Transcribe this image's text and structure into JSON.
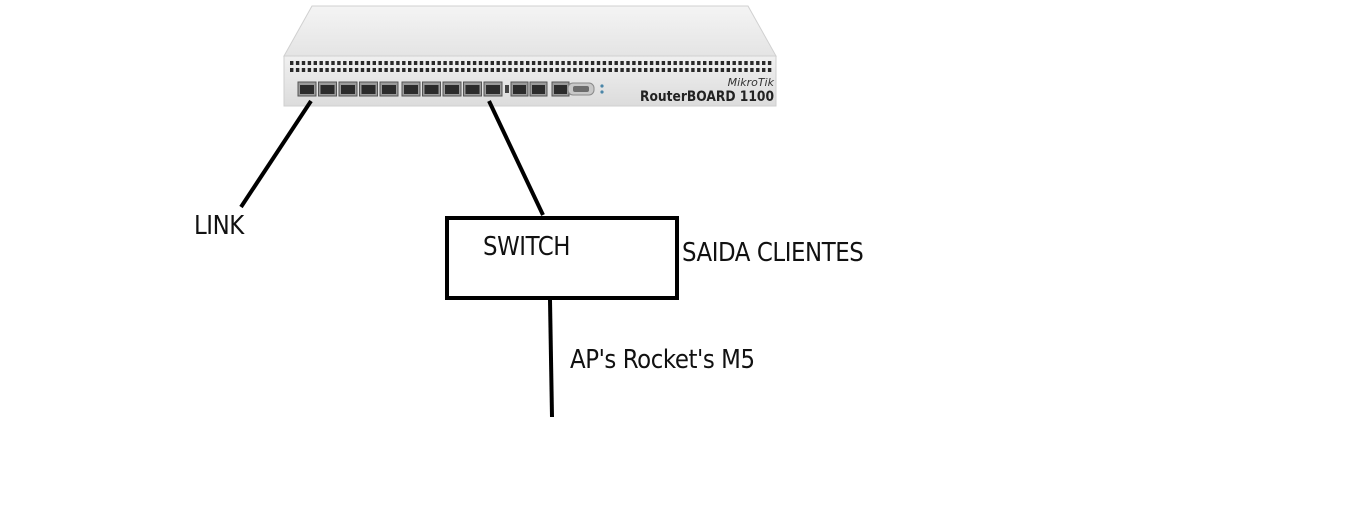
{
  "diagram": {
    "router": {
      "brand": "MikroTik",
      "model": "RouterBOARD 1100",
      "ethernet_group_1_ports": 5,
      "ethernet_group_2_ports": 5,
      "extra_ports": 3,
      "has_console_port": true
    },
    "nodes": {
      "link_label": "LINK",
      "switch_label": "SWITCH",
      "clients_output_label": "SAIDA CLIENTES",
      "ap_label": "AP's Rocket's M5"
    },
    "connections": [
      {
        "from": "router-port-1",
        "to": "LINK"
      },
      {
        "from": "router-port-10",
        "to": "SWITCH"
      },
      {
        "from": "SWITCH",
        "to": "AP's Rocket's M5"
      }
    ],
    "colors": {
      "line": "#000000",
      "router_body": "#e9e9e9",
      "router_text": "#222222"
    }
  }
}
